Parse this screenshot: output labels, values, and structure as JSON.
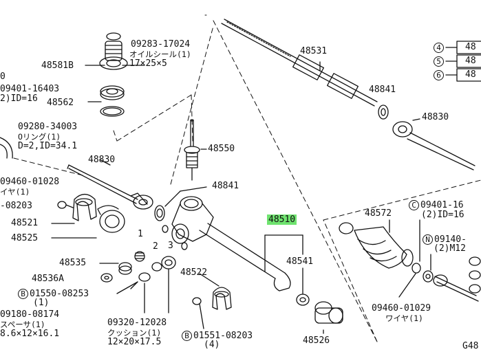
{
  "labels": {
    "p09283": "09283-17024",
    "p09283_name": "オイルシール(1)",
    "p09283_size": "17×25×5",
    "p48581B": "48581B",
    "p0": "0",
    "p09401a": "09401-16403",
    "p09401a_sub": "2)ID=16",
    "p48562": "48562",
    "p09280": "09280-34003",
    "p09280_name": "Oリング(1)",
    "p09280_size": "D=2,ID=34.1",
    "p48550": "48550",
    "p48830_left": "48830",
    "p09460a": "09460-01028",
    "p09460a_sub": "イヤ(1)",
    "p08203_left": "-08203",
    "p48521": "48521",
    "p48525": "48525",
    "p48841_left": "48841",
    "p48535": "48535",
    "p48536A": "48536A",
    "p01550": "01550-08253",
    "p01550_qty": "(1)",
    "p01550_letter": "B",
    "p09180": "09180-08174",
    "p09180_name": "スペーサ(1)",
    "p09180_size": "8.6×12×16.1",
    "p09320": "09320-12028",
    "p09320_name": "クッション(1)",
    "p09320_size": "12×20×17.5",
    "p48522": "48522",
    "p01551": "01551-08203",
    "p01551_qty": "(4)",
    "p01551_letter": "B",
    "p48510": "48510",
    "p48541": "48541",
    "p48526": "48526",
    "p48531": "48531",
    "p48841_right": "48841",
    "p48830_right": "48830",
    "p48572": "48572",
    "p09401b": "09401-16",
    "p09401b_sub": "(2)ID=16",
    "p09401b_letter": "C",
    "p09140": "09140-",
    "p09140_sub": "(2)M12",
    "p09140_letter": "N",
    "p09460b": "09460-01029",
    "p09460b_sub": "ワイヤ(1)",
    "num1": "1",
    "num2": "2",
    "num3": "3",
    "box4": "4",
    "box5": "5",
    "box6": "6",
    "box4_text": "48",
    "box5_text": "48",
    "box6_text": "48",
    "corner": "G48"
  }
}
